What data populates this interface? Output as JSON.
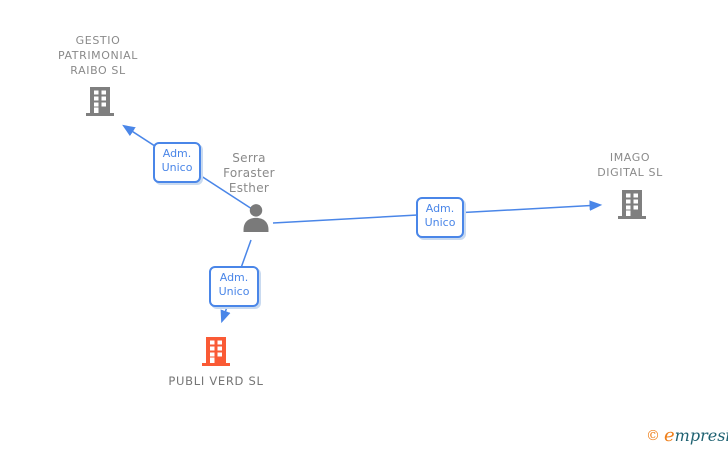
{
  "diagram": {
    "person": {
      "name_lines": [
        "Serra",
        "Foraster",
        "Esther"
      ]
    },
    "companies": {
      "gestio": {
        "name_lines": [
          "GESTIO",
          "PATRIMONIAL",
          "RAIBO SL"
        ]
      },
      "imago": {
        "name_lines": [
          "IMAGO",
          "DIGITAL SL"
        ]
      },
      "publi": {
        "name_lines": [
          "PUBLI VERD SL"
        ]
      }
    },
    "edges": {
      "to_gestio": {
        "label_lines": [
          "Adm.",
          "Unico"
        ]
      },
      "to_imago": {
        "label_lines": [
          "Adm.",
          "Unico"
        ]
      },
      "to_publi": {
        "label_lines": [
          "Adm.",
          "Unico"
        ]
      }
    }
  },
  "watermark": {
    "symbol": "©",
    "brand_first": "e",
    "brand_rest": "mpresia"
  },
  "colors": {
    "edge_blue": "#4a86e8",
    "node_gray": "#7f7f7f",
    "person_gray": "#7a7a7a",
    "highlight_orange": "#fa5a35",
    "label_gray": "#8a8a8a",
    "logo_orange": "#ef7f1a",
    "logo_teal": "#1f6272"
  }
}
